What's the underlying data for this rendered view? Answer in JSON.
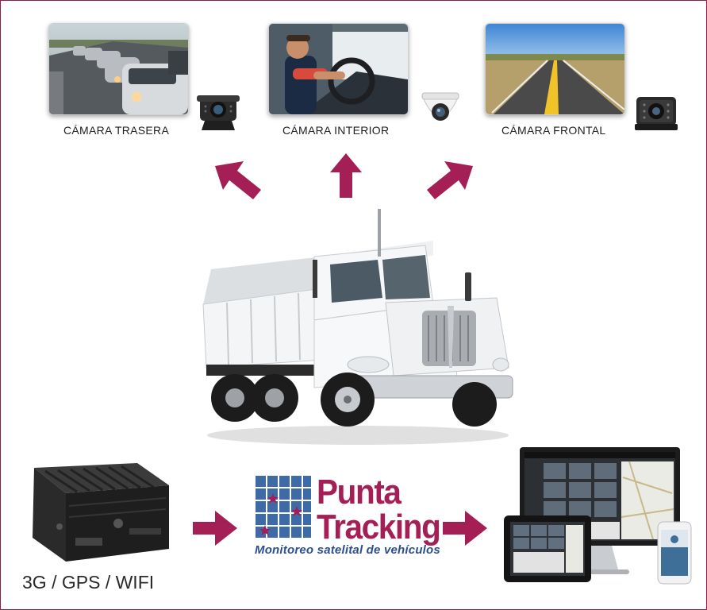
{
  "cameras": {
    "rear": {
      "label": "CÁMARA TRASERA",
      "icon": "bullet-camera-icon"
    },
    "interior": {
      "label": "CÁMARA INTERIOR",
      "icon": "dome-camera-icon"
    },
    "front": {
      "label": "CÁMARA FRONTAL",
      "icon": "box-camera-icon"
    }
  },
  "device": {
    "connectivity_label": "3G / GPS / WIFI"
  },
  "brand": {
    "name_line1": "Punta",
    "name_line2": "Tracking",
    "tagline": "Monitoreo satelital de vehículos"
  },
  "colors": {
    "accent": "#a41f56",
    "frame": "#8c1f4e",
    "brand_blue": "#2b4f8e"
  }
}
